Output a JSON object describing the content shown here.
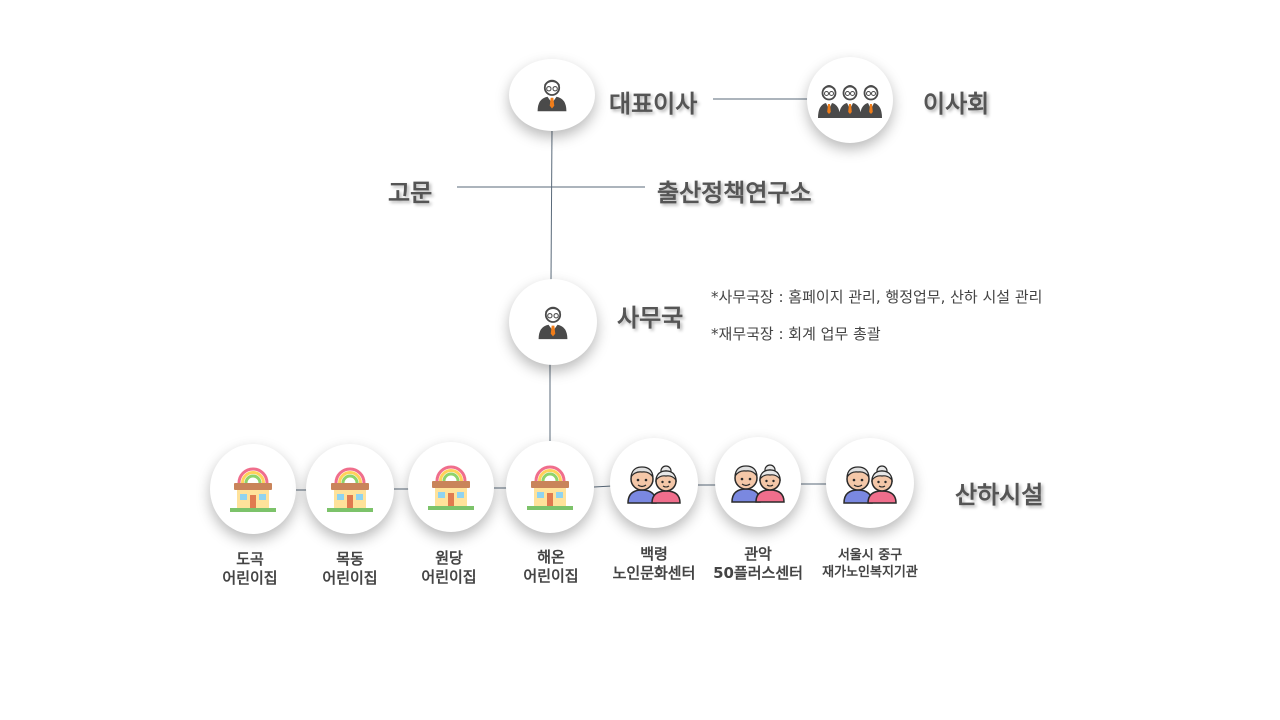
{
  "nodes": {
    "ceo": "대표이사",
    "board": "이사회",
    "advisor": "고문",
    "institute": "출산정책연구소",
    "office": "사무국",
    "affiliates": "산하시설"
  },
  "notes": [
    "*사무국장 : 홈페이지 관리, 행정업무, 산하 시설 관리",
    "*재무국장 : 회계 업무 총괄"
  ],
  "facilities": [
    {
      "line1": "도곡",
      "line2": "어린이집",
      "icon": "kindergarten-icon"
    },
    {
      "line1": "목동",
      "line2": "어린이집",
      "icon": "kindergarten-icon"
    },
    {
      "line1": "원당",
      "line2": "어린이집",
      "icon": "kindergarten-icon"
    },
    {
      "line1": "해온",
      "line2": "어린이집",
      "icon": "kindergarten-icon"
    },
    {
      "line1": "백령",
      "line2": "노인문화센터",
      "icon": "elderly-couple-icon"
    },
    {
      "line1": "관악",
      "line2": "50플러스센터",
      "icon": "elderly-couple-icon"
    },
    {
      "line1": "서울시 중구",
      "line2": "재가노인복지기관",
      "icon": "elderly-couple-icon"
    }
  ],
  "colors": {
    "line": "#5a6a7a",
    "title": "#555555",
    "accent_tie": "#f07d1a"
  }
}
